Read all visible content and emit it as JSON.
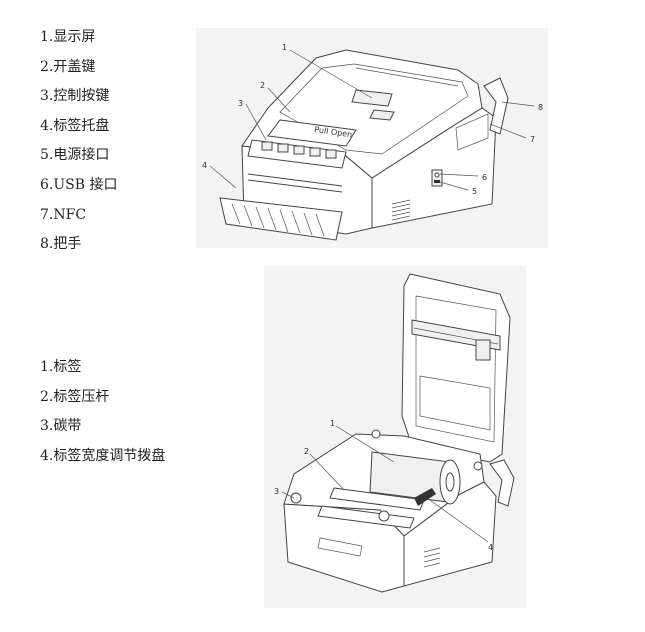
{
  "section1": {
    "items": [
      {
        "n": "1.",
        "label": "显示屏"
      },
      {
        "n": "2.",
        "label": "开盖键"
      },
      {
        "n": "3.",
        "label": "控制按键"
      },
      {
        "n": "4.",
        "label": "标签托盘"
      },
      {
        "n": "5.",
        "label": "电源接口"
      },
      {
        "n": "6.",
        "label": "USB 接口"
      },
      {
        "n": "7.",
        "label": "NFC"
      },
      {
        "n": "8.",
        "label": "把手"
      }
    ],
    "callouts": [
      "1",
      "2",
      "3",
      "4",
      "5",
      "6",
      "7",
      "8"
    ],
    "printed_text": "Pull Open"
  },
  "section2": {
    "items": [
      {
        "n": "1.",
        "label": "标签"
      },
      {
        "n": "2.",
        "label": "标签压杆"
      },
      {
        "n": "3.",
        "label": "碳带"
      },
      {
        "n": "4.",
        "label": "标签宽度调节拨盘"
      }
    ],
    "callouts": [
      "1",
      "2",
      "3",
      "4"
    ]
  }
}
